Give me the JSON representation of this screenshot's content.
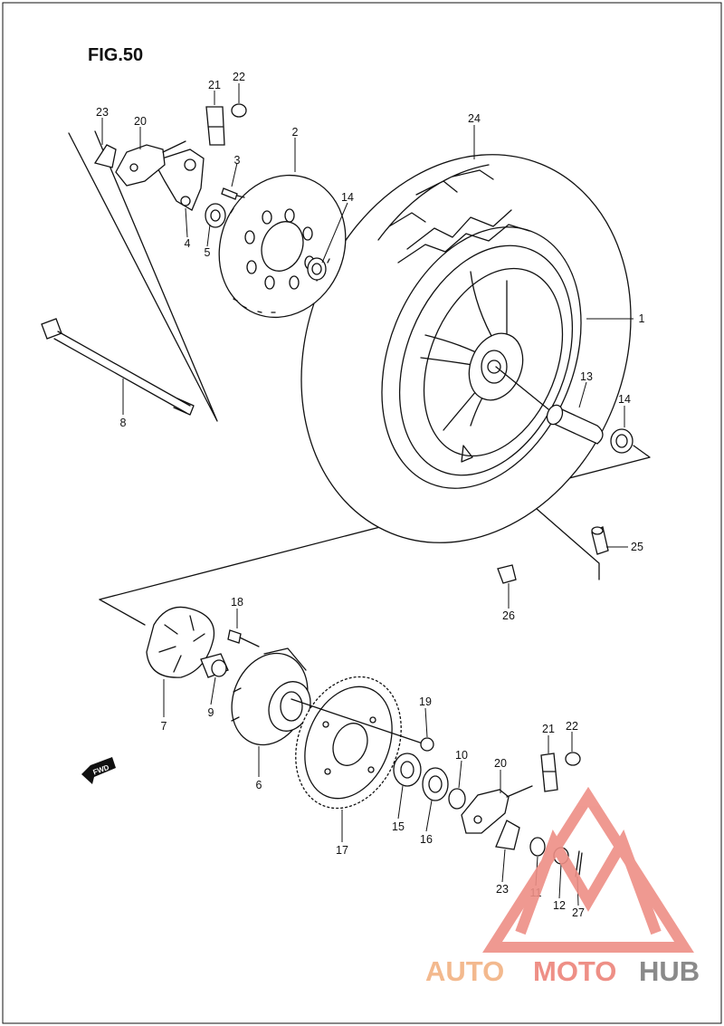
{
  "figure_title": "FIG.50",
  "fwd_label": "FWD",
  "watermark": {
    "part1": "AUTO",
    "part2": "MOTO",
    "part3": "HUB",
    "colors": {
      "accent": "#ee8f86",
      "light": "#f3b98e",
      "dark": "#8a8a8a"
    }
  },
  "callouts": [
    "1",
    "2",
    "3",
    "4",
    "5",
    "6",
    "7",
    "8",
    "9",
    "10",
    "11",
    "12",
    "13",
    "14",
    "14",
    "15",
    "16",
    "17",
    "18",
    "19",
    "20",
    "20",
    "21",
    "21",
    "22",
    "22",
    "23",
    "23",
    "24",
    "25",
    "26",
    "27"
  ]
}
